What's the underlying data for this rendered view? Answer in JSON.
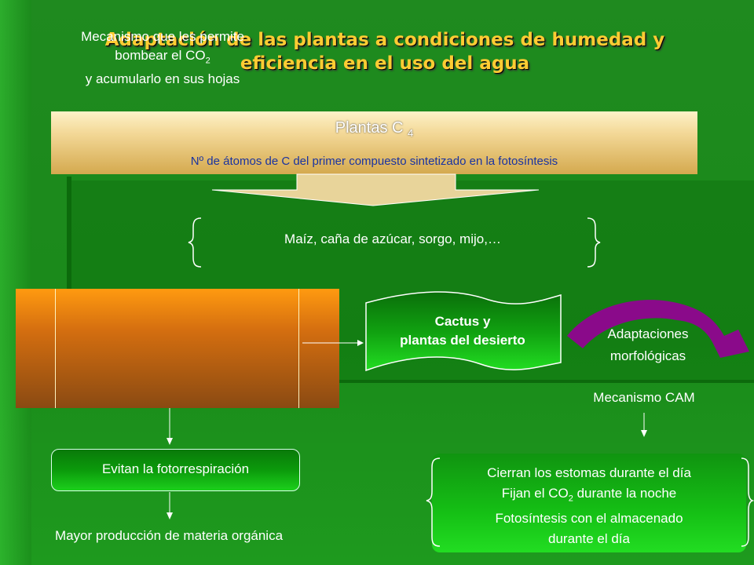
{
  "title": {
    "line1": "Adaptación de las plantas a condiciones de humedad y",
    "line2": "eficiencia en el uso del agua"
  },
  "c4": {
    "heading": "Plantas C",
    "heading_sub": "4",
    "subtitle": "Nº de átomos de C del primer compuesto sintetizado en la fotosíntesis"
  },
  "examples": "Maíz, caña de azúcar, sorgo, mijo,…",
  "mechanism": {
    "line1": "Mecanismo que les permite",
    "line2a": "bombear el CO",
    "line2sub": "2",
    "line3": "y acumularlo en sus hojas"
  },
  "cactus": {
    "line1": "Cactus y",
    "line2": "plantas del desierto"
  },
  "adaptations": {
    "line1": "Adaptaciones",
    "line2": "morfológicas"
  },
  "cam": "Mecanismo CAM",
  "evitan": "Evitan la fotorrespiración",
  "mayor": "Mayor producción de materia orgánica",
  "cierran": {
    "line1": "Cierran los estomas durante el día",
    "line2a": "Fijan el CO",
    "line2sub": "2",
    "line2b": " durante la noche",
    "line3": "Fotosíntesis con el almacenado",
    "line4": "durante el día"
  },
  "colors": {
    "title": "#ffcc33",
    "background": "#1a8a1a",
    "subtitle_blue": "#1a33a0",
    "arrow_purple": "#8a0a8a"
  }
}
